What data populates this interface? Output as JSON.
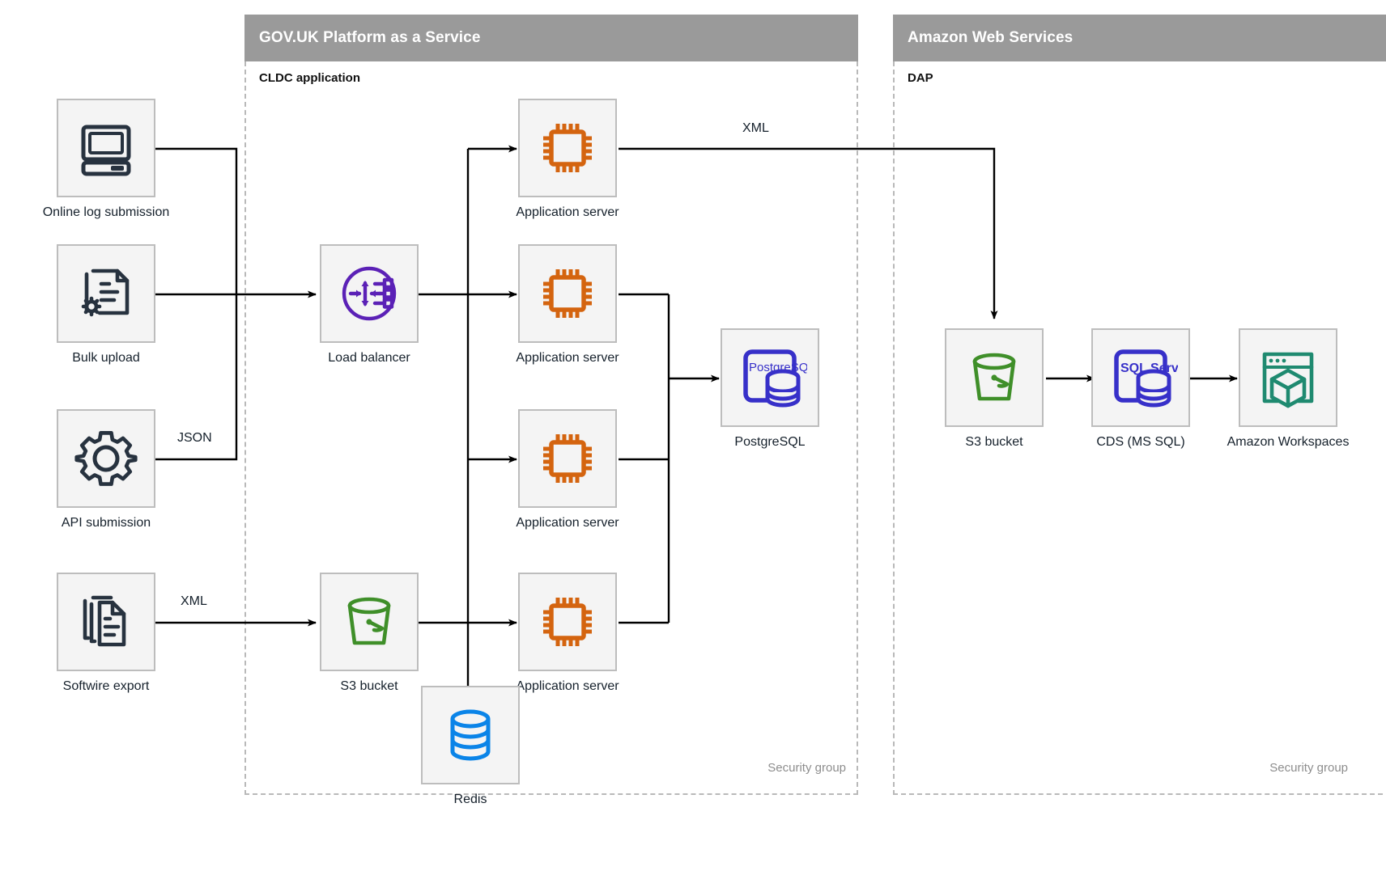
{
  "groups": [
    {
      "id": "paas",
      "title": "GOV.UK Platform as a Service",
      "sublabel": "CLDC application",
      "security_label": "Security group"
    },
    {
      "id": "aws",
      "title": "Amazon Web Services",
      "sublabel": "DAP",
      "security_label": "Security group"
    }
  ],
  "nodes": {
    "online_log_submission": {
      "label": "Online log submission",
      "icon": "desktop-computer-icon"
    },
    "bulk_upload": {
      "label": "Bulk upload",
      "icon": "document-gear-icon"
    },
    "api_submission": {
      "label": "API submission",
      "icon": "gear-icon"
    },
    "softwire_export": {
      "label": "Softwire export",
      "icon": "document-stack-icon"
    },
    "load_balancer": {
      "label": "Load balancer",
      "icon": "load-balancer-icon"
    },
    "app_server_1": {
      "label": "Application server",
      "icon": "cpu-chip-icon"
    },
    "app_server_2": {
      "label": "Application server",
      "icon": "cpu-chip-icon"
    },
    "app_server_3": {
      "label": "Application server",
      "icon": "cpu-chip-icon"
    },
    "app_server_4": {
      "label": "Application server",
      "icon": "cpu-chip-icon"
    },
    "postgresql": {
      "label": "PostgreSQL",
      "icon": "postgresql-icon",
      "icon_text": "PostgreSQL"
    },
    "s3_bucket_paas": {
      "label": "S3 bucket",
      "icon": "s3-bucket-icon"
    },
    "redis": {
      "label": "Redis",
      "icon": "redis-database-icon"
    },
    "s3_bucket_aws": {
      "label": "S3 bucket",
      "icon": "s3-bucket-icon"
    },
    "cds_ms_sql": {
      "label": "CDS (MS SQL)",
      "icon": "sql-server-icon",
      "icon_text": "SQL Server"
    },
    "amazon_workspaces": {
      "label": "Amazon Workspaces",
      "icon": "amazon-workspaces-icon"
    }
  },
  "edge_labels": {
    "api_json": "JSON",
    "softwire_xml": "XML",
    "appserver_xml": "XML"
  },
  "colors": {
    "group_header_bg": "#9a9a9a",
    "node_bg": "#f4f4f4",
    "node_border": "#bdbdbd",
    "text": "#15202b",
    "orange": "#d4640f",
    "purple": "#5b21b6",
    "indigo": "#3730c9",
    "green": "#3f8f29",
    "blue": "#0a84e8",
    "teal": "#1f8a70",
    "dark_navy": "#27323f",
    "muted": "#8d8d8d"
  }
}
